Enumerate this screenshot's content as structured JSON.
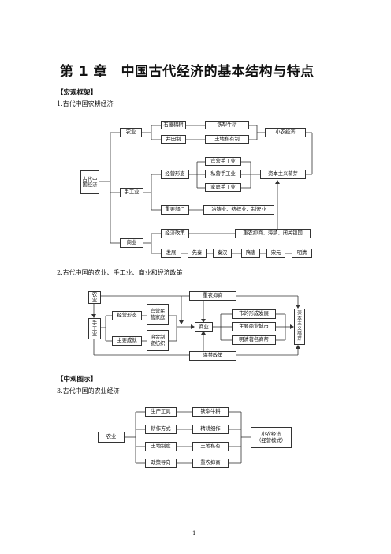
{
  "header_rule": true,
  "title": "第 1 章　中国古代经济的基本结构与特点",
  "macro_header": "【宏观框架】",
  "sec1": {
    "caption": "1.古代中国农耕经济",
    "root": "古代中国经济",
    "agriculture": "农业",
    "handicraft": "手工业",
    "commerce": "商业",
    "tools": "石器耦耕",
    "iron_ox": "铁犁牛耕",
    "well_field": "井田制",
    "private_land": "土地私有制",
    "small_farm": "小农经济",
    "mgmt_form": "经营形态",
    "official_craft": "官营手工业",
    "private_craft": "私营手工业",
    "home_craft": "家庭手工业",
    "capitalism": "资本主义萌芽",
    "key_sectors": "重要部门",
    "sectors_list": "冶铸业、纺织业、制瓷业",
    "econ_policy": "经济政策",
    "policy_list": "重农抑商、海禁、闭关锁国",
    "development": "发展",
    "pre_qin": "先秦",
    "qin_han": "秦汉",
    "sui_tang": "隋唐",
    "song_yuan": "宋元",
    "ming_qing": "明清"
  },
  "sec2": {
    "caption": "2.古代中国的农业、手工业、商业和经济政策",
    "agriculture": "农业",
    "handicraft": "手工业",
    "mgmt_form": "经营形态",
    "mgmt_types": "官营民营家庭",
    "achievements": "主要成就",
    "ach_items": "冶金制瓷纺织",
    "commerce": "商业",
    "city_dev": "市的形成发展",
    "major_cities": "主要商业城市",
    "ming_qing_gangs": "明清著名商帮",
    "capitalism": "资本主义萌芽",
    "agri_policy": "重农抑商",
    "sea_ban": "海禁政策"
  },
  "meso_header": "【中观图示】",
  "sec3": {
    "caption": "3.古代中国的农业经济",
    "agriculture": "农业",
    "tools": "生产工具",
    "iron_ox": "铁犁牛耕",
    "farming": "耕作方式",
    "intensive": "精耕细作",
    "land_system": "土地制度",
    "private_land": "土地私有",
    "policy": "政策导向",
    "agri_policy": "重农抑商",
    "small_farm": "小农经济",
    "mode": "（经营模式）"
  },
  "page_number": "1"
}
